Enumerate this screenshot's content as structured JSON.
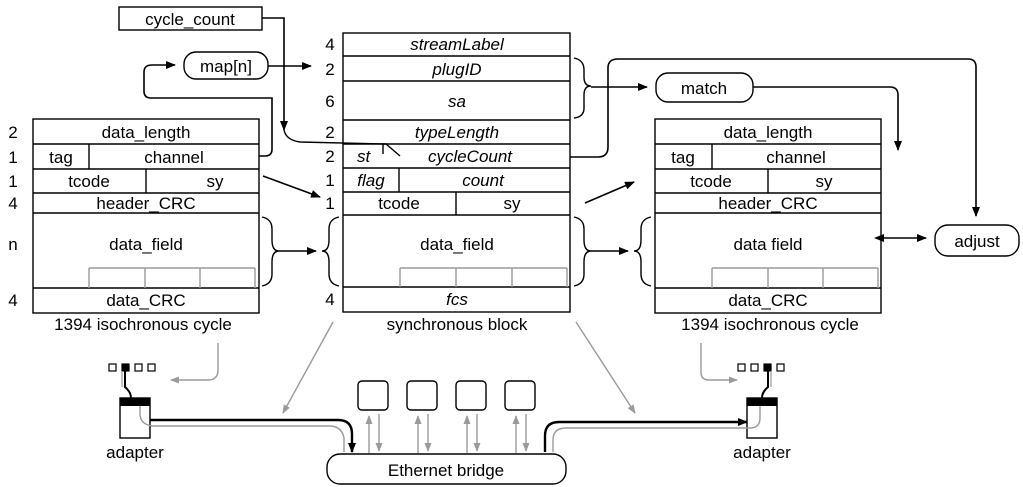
{
  "left_packet": {
    "sizes": [
      "2",
      "1",
      "1",
      "4",
      "n",
      "4"
    ],
    "rows": {
      "data_length": "data_length",
      "tag": "tag",
      "channel": "channel",
      "tcode": "tcode",
      "sy": "sy",
      "header_crc": "header_CRC",
      "data_field": "data_field",
      "data_crc": "data_CRC"
    },
    "caption": "1394 isochronous cycle"
  },
  "middle_block": {
    "sizes": [
      "4",
      "2",
      "6",
      "2",
      "2",
      "1",
      "1",
      "4"
    ],
    "rows": {
      "stream_label": "streamLabel",
      "plug_id": "plugID",
      "sa": "sa",
      "type_length": "typeLength",
      "st": "st",
      "cycle_count": "cycleCount",
      "flag": "flag",
      "count": "count",
      "tcode": "tcode",
      "sy": "sy",
      "data_field": "data_field",
      "fcs": "fcs"
    },
    "caption": "synchronous block"
  },
  "right_packet": {
    "rows": {
      "data_length": "data_length",
      "tag": "tag",
      "channel": "channel",
      "tcode": "tcode",
      "sy": "sy",
      "header_crc": "header_CRC",
      "data_field": "data field",
      "data_crc": "data_CRC"
    },
    "caption": "1394 isochronous cycle"
  },
  "process": {
    "cycle_count": "cycle_count",
    "map": "map[n]",
    "match": "match",
    "adjust": "adjust"
  },
  "bottom": {
    "adapter_left": "adapter",
    "adapter_right": "adapter",
    "bridge": "Ethernet bridge"
  }
}
